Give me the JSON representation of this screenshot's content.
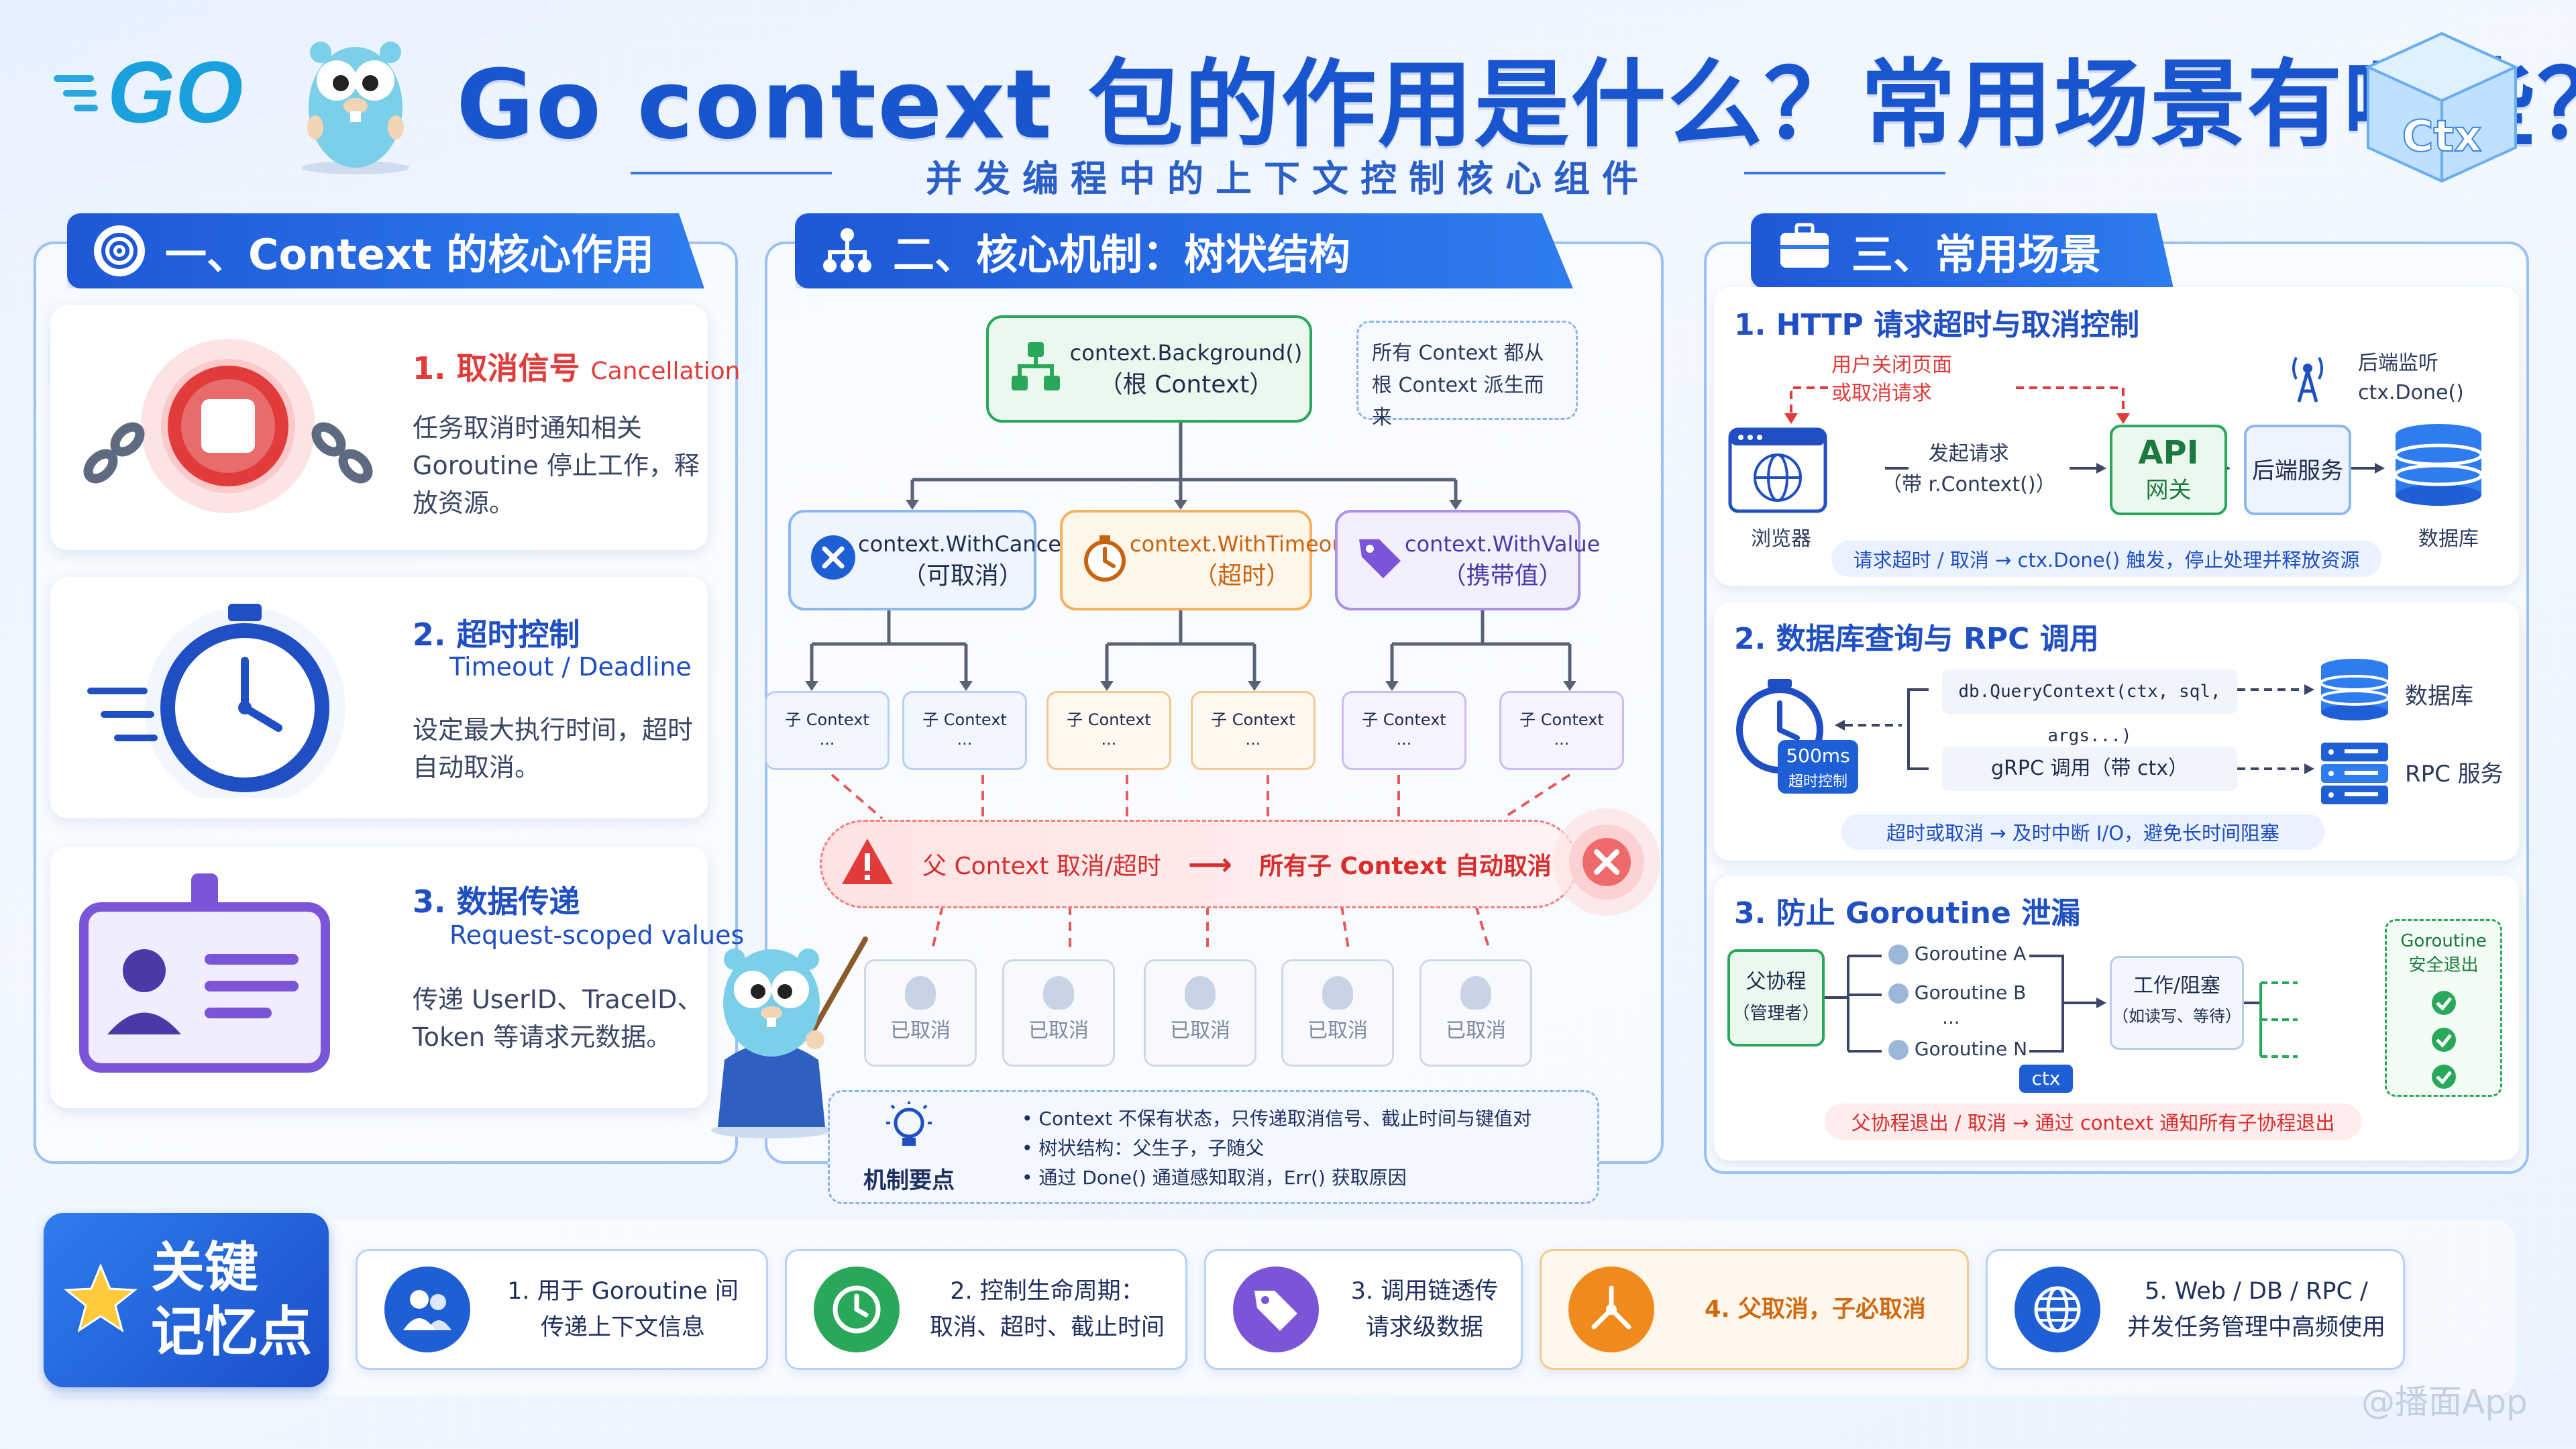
{
  "header": {
    "logo": "GO",
    "title": "Go context 包的作用是什么？常用场景有哪些？",
    "subtitle": "并发编程中的上下文控制核心组件",
    "cube_label": "Ctx"
  },
  "section1": {
    "title": "一、Context 的核心作用",
    "cards": [
      {
        "num_title": "1. 取消信号",
        "title_en": "Cancellation",
        "desc": "任务取消时通知相关 Goroutine 停止工作，释放资源。"
      },
      {
        "num_title": "2. 超时控制",
        "sub": "Timeout / Deadline",
        "desc": "设定最大执行时间，超时自动取消。"
      },
      {
        "num_title": "3. 数据传递",
        "sub": "Request-scoped values",
        "desc": "传递 UserID、TraceID、Token 等请求元数据。"
      }
    ]
  },
  "section2": {
    "title": "二、核心机制：树状结构",
    "root": {
      "line1": "context.Background()",
      "line2": "（根 Context）"
    },
    "root_note": "所有 Context 都从根 Context 派生而来",
    "children": [
      {
        "line1": "context.WithCancel",
        "line2": "（可取消）"
      },
      {
        "line1": "context.WithTimeout",
        "line2": "（超时）"
      },
      {
        "line1": "context.WithValue",
        "line2": "（携带值）"
      }
    ],
    "grandchild_label": "子 Context",
    "grandchild_more": "...",
    "propagation": {
      "left": "父 Context 取消/超时",
      "right": "所有子 Context 自动取消"
    },
    "cancelled_label": "已取消",
    "mechanism_title": "机制要点",
    "mechanism_points": [
      "Context 不保有状态，只传递取消信号、截止时间与键值对",
      "树状结构：父生子，子随父",
      "通过 Done() 通道感知取消，Err() 获取原因"
    ]
  },
  "section3": {
    "title": "三、常用场景",
    "http": {
      "title": "1. HTTP 请求超时与取消控制",
      "user_close": "用户关闭页面",
      "user_close2": "或取消请求",
      "monitor1": "后端监听",
      "monitor2": "ctx.Done()",
      "browser": "浏览器",
      "send1": "发起请求",
      "send2": "（带 r.Context()）",
      "api1": "API",
      "api2": "网关",
      "backend": "后端服务",
      "db": "数据库",
      "note": "请求超时 / 取消 → ctx.Done() 触发，停止处理并释放资源"
    },
    "db": {
      "title": "2. 数据库查询与 RPC 调用",
      "timer1": "500ms",
      "timer2": "超时控制",
      "query": "db.QueryContext(ctx, sql, args...)",
      "grpc": "gRPC 调用（带 ctx）",
      "db_label": "数据库",
      "rpc_label": "RPC 服务",
      "note": "超时或取消 → 及时中断 I/O，避免长时间阻塞"
    },
    "goroutine": {
      "title": "3. 防止 Goroutine 泄漏",
      "parent1": "父协程",
      "parent2": "（管理者）",
      "ga": "Goroutine A",
      "gb": "Goroutine B",
      "dots": "...",
      "gn": "Goroutine N",
      "ctx": "ctx",
      "work1": "工作/阻塞",
      "work2": "（如读写、等待）",
      "safe1": "Goroutine",
      "safe2": "安全退出",
      "note": "父协程退出 / 取消 → 通过 context 通知所有子协程退出"
    }
  },
  "bottom": {
    "title1": "关键",
    "title2": "记忆点",
    "items": [
      {
        "l1": "1. 用于 Goroutine 间",
        "l2": "传递上下文信息"
      },
      {
        "l1": "2. 控制生命周期：",
        "l2": "取消、超时、截止时间"
      },
      {
        "l1": "3. 调用链透传",
        "l2": "请求级数据"
      },
      {
        "l1": "4. 父取消，子必取消",
        "l2": ""
      },
      {
        "l1": "5. Web / DB / RPC /",
        "l2": "并发任务管理中高频使用"
      }
    ]
  },
  "watermark": "@播面App",
  "colors": {
    "primary": "#1f5fd6",
    "green": "#2aa85a",
    "orange": "#f08a1c",
    "purple": "#7a55d8",
    "red": "#e23b3b"
  }
}
